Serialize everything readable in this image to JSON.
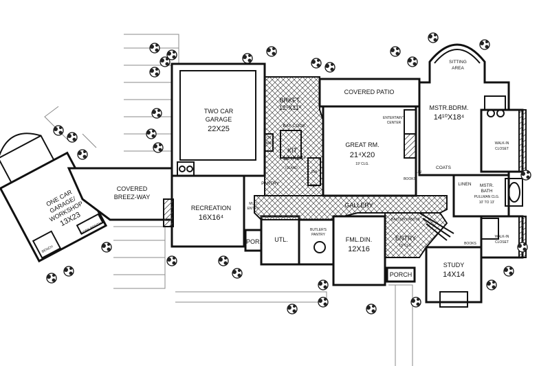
{
  "rooms": {
    "one_car_garage": {
      "line1": "ONE CAR",
      "line2": "GARAGE/",
      "line3": "WORKSHOP",
      "size": "13X23"
    },
    "two_car_garage": {
      "line1": "TWO CAR",
      "line2": "GARAGE",
      "size": "22X25"
    },
    "covered_breezeway": {
      "line1": "COVERED",
      "line2": "BREEZ-WAY"
    },
    "recreation": {
      "name": "RECREATION",
      "size": "16X16⁴"
    },
    "brkft": {
      "name": "BRKFT.",
      "size": "12⁰X11⁰"
    },
    "kit": {
      "name": "KIT",
      "size": "12⁴X14⁶"
    },
    "covered_patio": {
      "name": "COVERED PATIO"
    },
    "great_rm": {
      "name": "GREAT RM.",
      "size": "21⁴X20",
      "note": "19' CLG."
    },
    "mstr_bdrm": {
      "name": "MSTR.BDRM.",
      "size": "14¹⁰X18⁴"
    },
    "sitting_area": {
      "line1": "SITTING",
      "line2": "AREA"
    },
    "gallery": {
      "name": "GALLERY"
    },
    "fml_din": {
      "name": "FML.DIN.",
      "size": "12X16"
    },
    "entry": {
      "name": "ENTRY",
      "note": "19' CLG."
    },
    "study": {
      "name": "STUDY",
      "size": "14X14"
    },
    "mstr_bath": {
      "line1": "MSTR.",
      "line2": "BATH",
      "line3": "PULLMAN CLG.",
      "line4": "10' TO 13'"
    },
    "utl": {
      "name": "UTL."
    },
    "por": {
      "name": "POR."
    },
    "porch": {
      "name": "PORCH"
    },
    "pantry": {
      "name": "PANTRY"
    },
    "walk_in_closet_1": {
      "line1": "WALK-IN",
      "line2": "CLOSET"
    },
    "walk_in_closet_2": {
      "line1": "WALK-IN",
      "line2": "CLOSET"
    },
    "coats": {
      "name": "COATS"
    },
    "linen": {
      "name": "LINEN"
    },
    "books_1": {
      "name": "BOOKS"
    },
    "books_2": {
      "name": "BOOKS"
    },
    "lin": {
      "name": "LIN"
    },
    "entertainment": {
      "line1": "ENTERTAIN'T",
      "line2": "CENTER"
    },
    "balcony": {
      "name": "BALCONY ABOVE"
    },
    "butlers_pantry": {
      "line1": "BUTLER'S",
      "line2": "PANTRY"
    },
    "bay_cook": {
      "name": "BAY COOK"
    },
    "mud_entry": {
      "line1": "MUD",
      "line2": "ENTRY"
    },
    "ov_mw": {
      "line1": "OV",
      "line2": "MW"
    },
    "ref": {
      "name": "REF"
    },
    "dw": {
      "name": "DW"
    },
    "isl": {
      "name": "ISLAND"
    },
    "bench": {
      "name": "BENCH"
    },
    "work_bench": {
      "name": "WORK BENCH"
    }
  },
  "colors": {
    "ink": "#111111",
    "paper": "#ffffff",
    "lawn": "#888888"
  }
}
